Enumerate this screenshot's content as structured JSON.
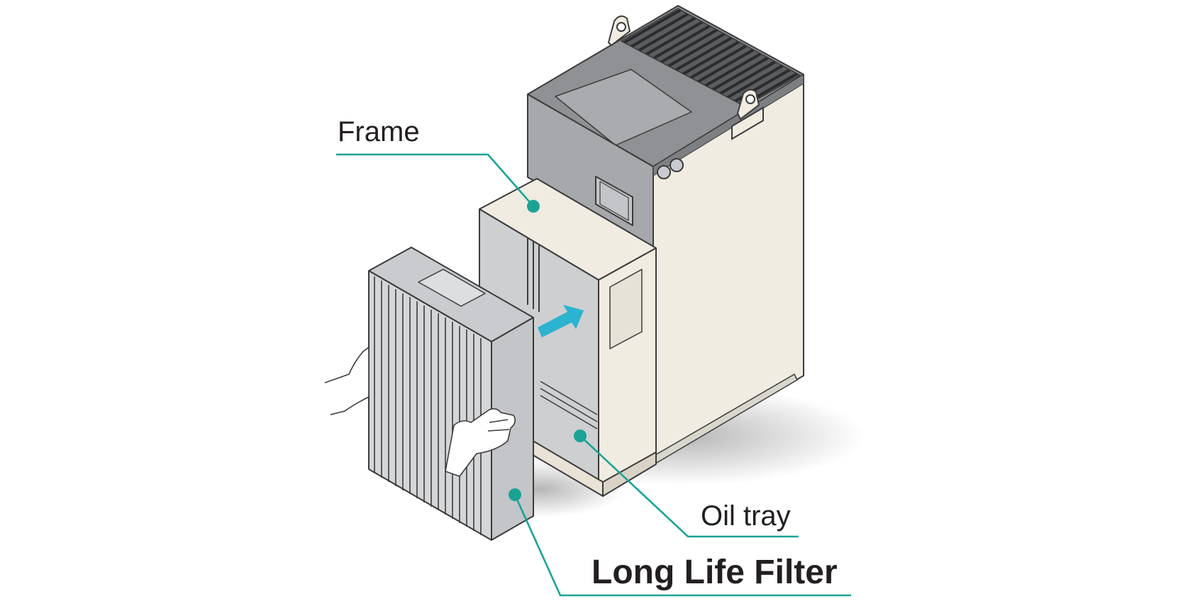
{
  "labels": {
    "frame": "Frame",
    "oil_tray": "Oil tray",
    "long_life_filter": "Long Life Filter"
  },
  "colors": {
    "leader_line": "#1aa394",
    "arrow": "#2bb3cf",
    "housing_top": "#a6a8ab",
    "housing_cream": "#f0ece2",
    "frame_gray": "#cdcfd1",
    "filter_gray": "#d4d6d8",
    "outline": "#3b3b3b"
  },
  "icons": {
    "arrow": "insert-arrow-icon",
    "hand": "hand-icon"
  }
}
